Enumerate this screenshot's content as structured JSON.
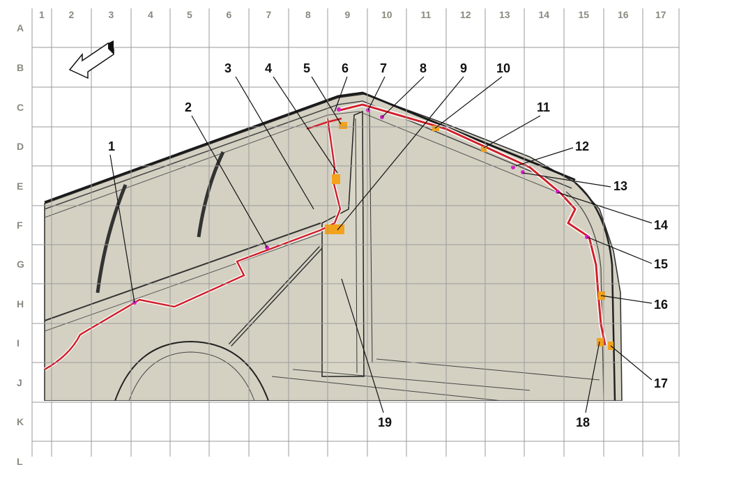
{
  "grid": {
    "columns": [
      "1",
      "2",
      "3",
      "4",
      "5",
      "6",
      "7",
      "8",
      "9",
      "10",
      "11",
      "12",
      "13",
      "14",
      "15",
      "16",
      "17"
    ],
    "rows": [
      "A",
      "B",
      "C",
      "D",
      "E",
      "F",
      "G",
      "H",
      "I",
      "J",
      "K",
      "L"
    ]
  },
  "callouts": [
    "1",
    "2",
    "3",
    "4",
    "5",
    "6",
    "7",
    "8",
    "9",
    "10",
    "11",
    "12",
    "13",
    "14",
    "15",
    "16",
    "17",
    "18",
    "19"
  ],
  "icons": {
    "direction_arrow": "front-direction-arrow-icon"
  },
  "colors": {
    "harness": "#d0202a",
    "harness_outline": "#ffffff",
    "connector_orange": "#f3a21c",
    "connector_magenta": "#d81bc8",
    "interior_fill": "#d4d1c3",
    "body_line": "#2a2a2a",
    "grid_line": "#9a9a9a"
  }
}
